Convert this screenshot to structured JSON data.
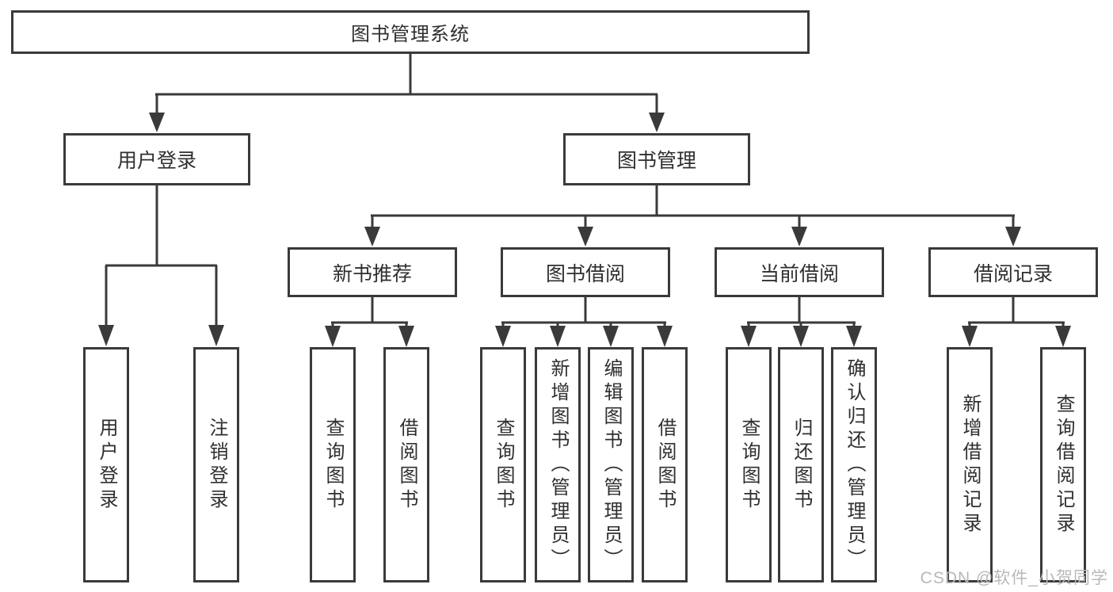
{
  "diagram_type": "hierarchy-tree",
  "tree": {
    "label": "图书管理系统",
    "children": [
      {
        "label": "用户登录",
        "children": [
          {
            "label": "用户登录"
          },
          {
            "label": "注销登录"
          }
        ]
      },
      {
        "label": "图书管理",
        "children": [
          {
            "label": "新书推荐",
            "children": [
              {
                "label": "查询图书"
              },
              {
                "label": "借阅图书"
              }
            ]
          },
          {
            "label": "图书借阅",
            "children": [
              {
                "label": "查询图书"
              },
              {
                "label": "新增图书（管理员）"
              },
              {
                "label": "编辑图书（管理员）"
              },
              {
                "label": "借阅图书"
              }
            ]
          },
          {
            "label": "当前借阅",
            "children": [
              {
                "label": "查询图书"
              },
              {
                "label": "归还图书"
              },
              {
                "label": "确认归还（管理员）"
              }
            ]
          },
          {
            "label": "借阅记录",
            "children": [
              {
                "label": "新增借阅记录"
              },
              {
                "label": "查询借阅记录"
              }
            ]
          }
        ]
      }
    ]
  },
  "watermark": "CSDN @软件_小贺同学",
  "colors": {
    "line": "#3a3a3a",
    "text": "#2f2f2f",
    "watermark": "#b8b8b8",
    "background": "#ffffff"
  }
}
